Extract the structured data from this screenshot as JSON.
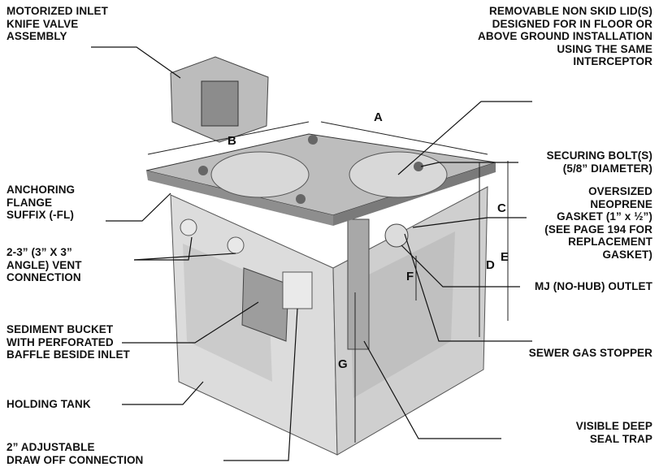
{
  "labels": {
    "knife_valve": "MOTORIZED INLET\nKNIFE VALVE\nASSEMBLY",
    "lid": "REMOVABLE NON SKID LID(S)\nDESIGNED FOR IN FLOOR OR\nABOVE GROUND INSTALLATION\nUSING THE SAME\nINTERCEPTOR",
    "securing_bolt": "SECURING BOLT(S)\n(5/8” DIAMETER)",
    "anchoring_flange": "ANCHORING\nFLANGE\nSUFFIX (-FL)",
    "gasket": "OVERSIZED\nNEOPRENE\nGASKET (1” x ½”)\n(SEE PAGE 194 FOR\nREPLACEMENT\nGASKET)",
    "vent": "2-3” (3” X 3”\nANGLE) VENT\nCONNECTION",
    "outlet": "MJ (NO-HUB) OUTLET",
    "sediment_bucket": "SEDIMENT BUCKET\nWITH PERFORATED\nBAFFLE BESIDE INLET",
    "sewer_gas": "SEWER GAS STOPPER",
    "holding_tank": "HOLDING TANK",
    "seal_trap": "VISIBLE DEEP\nSEAL TRAP",
    "draw_off": "2” ADJUSTABLE\nDRAW OFF CONNECTION"
  },
  "dimensions": {
    "a": "A",
    "b": "B",
    "c": "C",
    "d": "D",
    "e": "E",
    "f": "F",
    "g": "G"
  },
  "colors": {
    "text": "#111111",
    "tank_light": "#e6e6e6",
    "tank_mid": "#c9c9c9",
    "tank_dark": "#9a9a9a",
    "lid": "#bdbdbd",
    "line": "#222222"
  }
}
